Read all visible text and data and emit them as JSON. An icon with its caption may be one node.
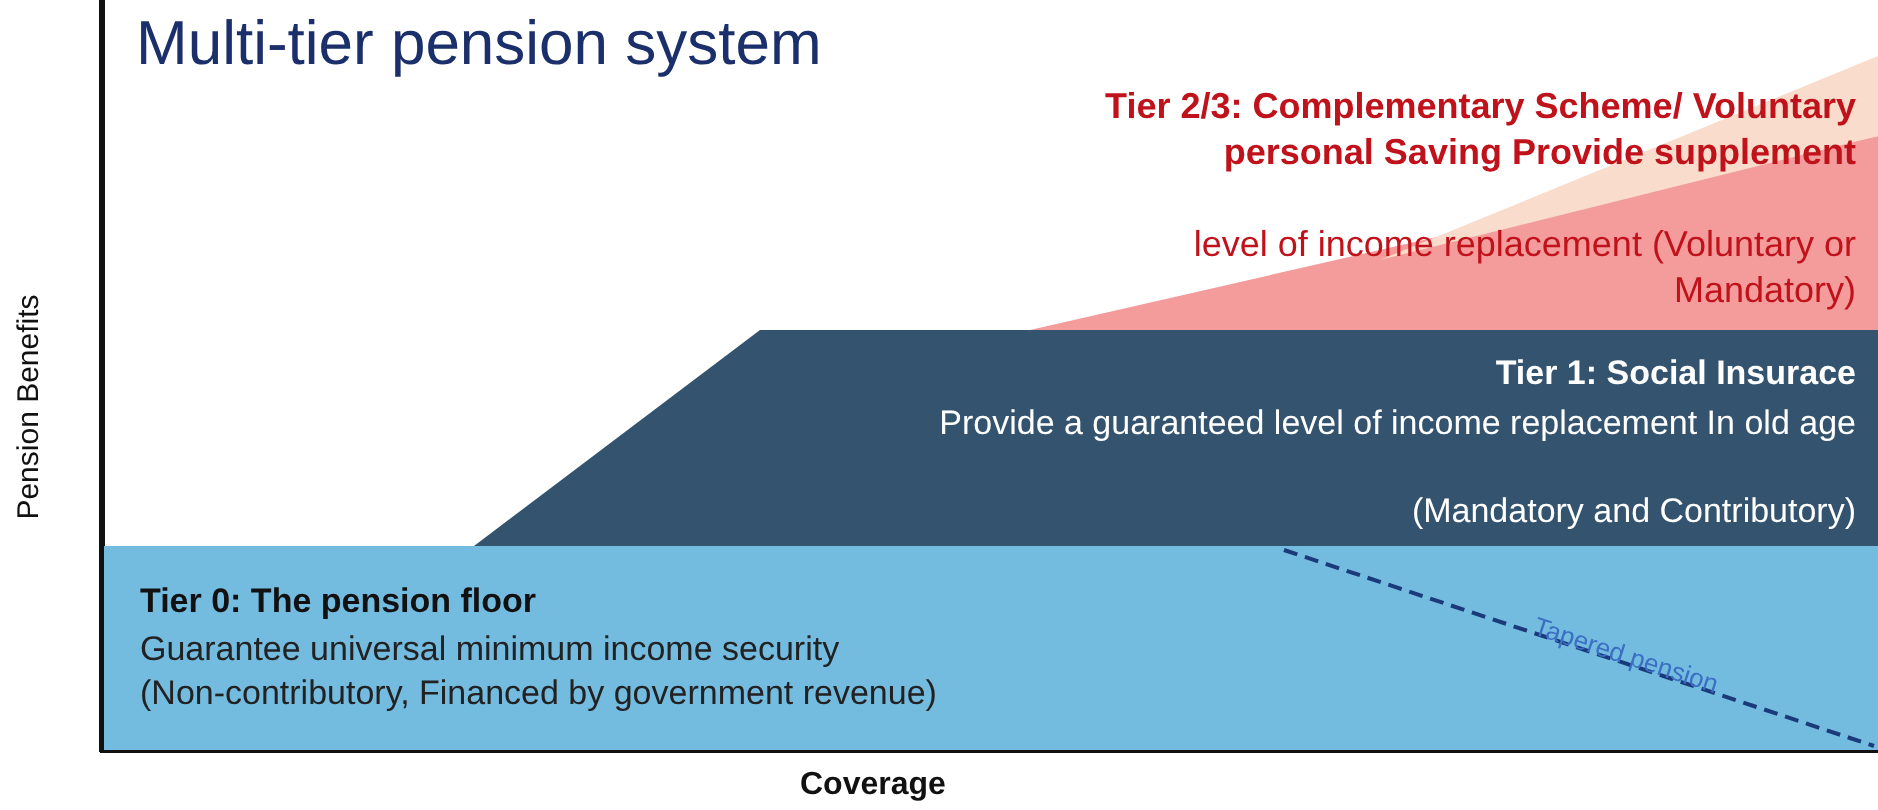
{
  "diagram": {
    "title": "Multi-tier pension system",
    "nodes": [
      {
        "text": [
          "Tier 2/3: Complementary Scheme/ Voluntary personal Saving Provide supplement",
          "level of income replacement (Voluntary or Mandatory)"
        ]
      },
      {
        "text": [
          "Tier 1: Social Insurace",
          "Provide a guaranteed level of income replacement In old age",
          "(Mandatory and Contributory)"
        ]
      },
      {
        "text": [
          "Tier 0: The pension floor",
          "Guarantee universal minimum income security",
          "(Non-contributory, Financed by government revenue)"
        ]
      }
    ],
    "edges": [],
    "labels": [
      "Pension Benefits",
      "Tapered pension",
      "Coverage"
    ]
  }
}
